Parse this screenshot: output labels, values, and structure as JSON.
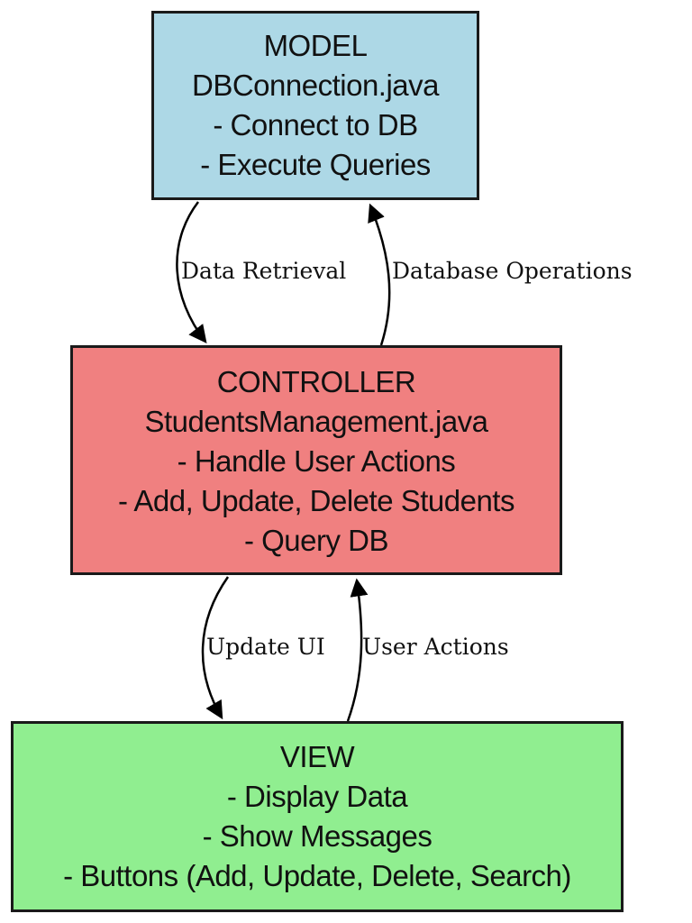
{
  "nodes": {
    "model": {
      "color": "#add8e6",
      "lines": [
        "MODEL",
        "DBConnection.java",
        "- Connect to DB",
        "- Execute Queries"
      ]
    },
    "controller": {
      "color": "#f08080",
      "lines": [
        "CONTROLLER",
        "StudentsManagement.java",
        "- Handle User Actions",
        "- Add, Update, Delete Students",
        "- Query DB"
      ]
    },
    "view": {
      "color": "#90ee90",
      "lines": [
        "VIEW",
        "- Display Data",
        "- Show Messages",
        "- Buttons (Add, Update, Delete, Search)"
      ]
    }
  },
  "edges": [
    {
      "id": "data-retrieval",
      "from": "model",
      "to": "controller",
      "label": "Data Retrieval"
    },
    {
      "id": "database-operations",
      "from": "controller",
      "to": "model",
      "label": "Database Operations"
    },
    {
      "id": "update-ui",
      "from": "controller",
      "to": "view",
      "label": "Update UI"
    },
    {
      "id": "user-actions",
      "from": "view",
      "to": "controller",
      "label": "User Actions"
    }
  ]
}
